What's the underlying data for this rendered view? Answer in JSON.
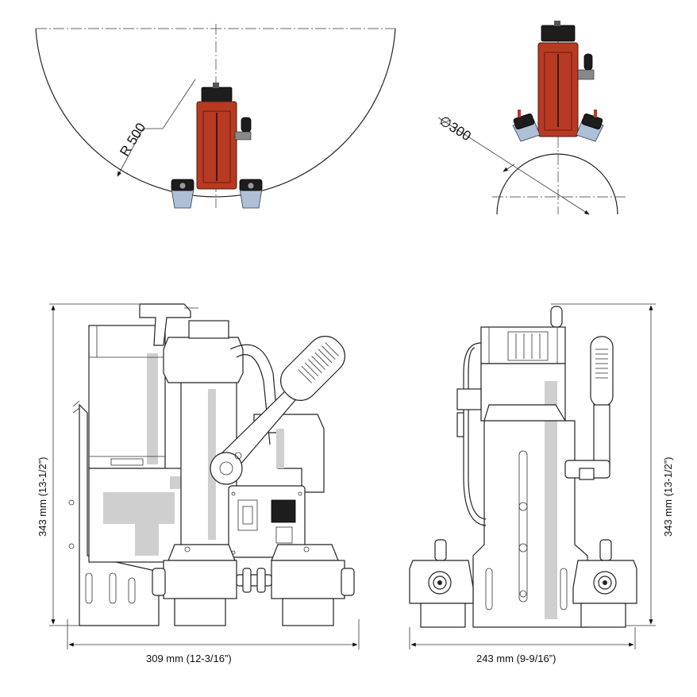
{
  "top_left": {
    "radius_label": "R 500"
  },
  "top_right": {
    "diameter_label": "∅300"
  },
  "front_view": {
    "height_label": "343 mm (13-1/2”)",
    "width_label": "309 mm (12-3/16”)"
  },
  "side_view": {
    "height_label": "343 mm (13-1/2”)",
    "width_label": "243 mm (9-9/16”)"
  },
  "colors": {
    "body_red": "#b83a22",
    "magnet_blue": "#aebfd6",
    "shade_gray": "#cfcfcf"
  }
}
